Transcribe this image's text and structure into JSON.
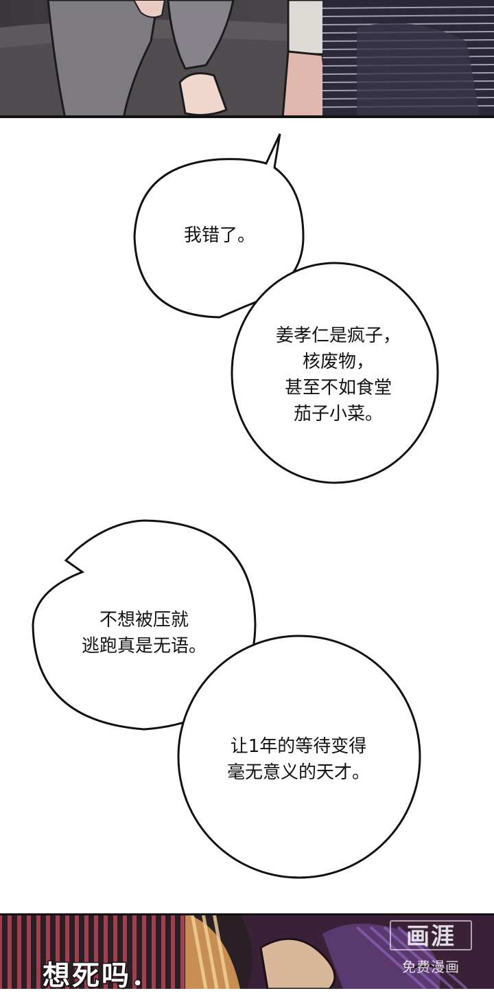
{
  "bubbles": {
    "first": {
      "lines": [
        "我错了。"
      ]
    },
    "second": {
      "lines": [
        "姜孝仁是疯子，",
        "核废物，",
        "甚至不如食堂",
        "茄子小菜。"
      ]
    },
    "third": {
      "lines": [
        "不想被压就",
        "逃跑真是无语。"
      ]
    },
    "fourth": {
      "lines": [
        "让1年的等待变得",
        "毫无意义的天才。"
      ]
    }
  },
  "sfx": "想死吗．",
  "watermark": {
    "logo": "画涯",
    "subtitle": "免费漫画"
  },
  "colors": {
    "bubble_fill": "#ffffff",
    "bubble_stroke": "#111111",
    "panel_dark": "#3c3a3f"
  }
}
